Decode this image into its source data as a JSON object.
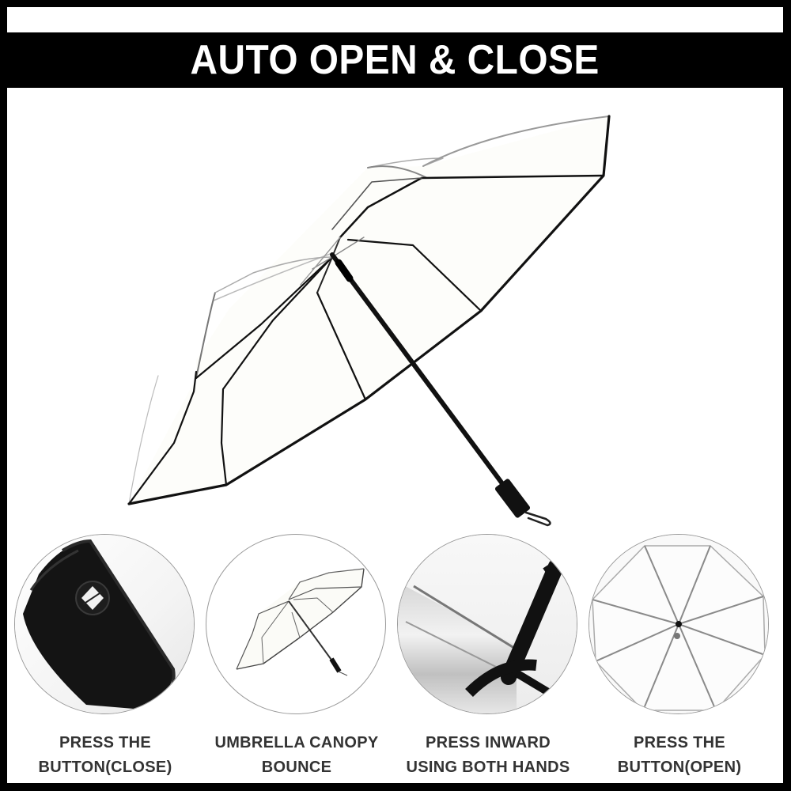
{
  "banner": {
    "title": "AUTO OPEN & CLOSE",
    "background": "#000000",
    "text_color": "#ffffff"
  },
  "hero": {
    "image": "clear-umbrella-open-angled"
  },
  "steps": [
    {
      "image": "umbrella-handle-button-closeup",
      "line1": "PRESS THE",
      "line2": "BUTTON(CLOSE)"
    },
    {
      "image": "umbrella-canopy-bounce-illustration",
      "line1": "UMBRELLA CANOPY",
      "line2": "BOUNCE"
    },
    {
      "image": "umbrella-folded-press-inward",
      "line1": "PRESS INWARD",
      "line2": "USING BOTH HANDS"
    },
    {
      "image": "umbrella-open-top-view",
      "line1": "PRESS THE",
      "line2": "BUTTON(OPEN)"
    }
  ],
  "colors": {
    "frame": "#000000",
    "label_text": "#333333",
    "circle_border": "#9a9a9a"
  }
}
